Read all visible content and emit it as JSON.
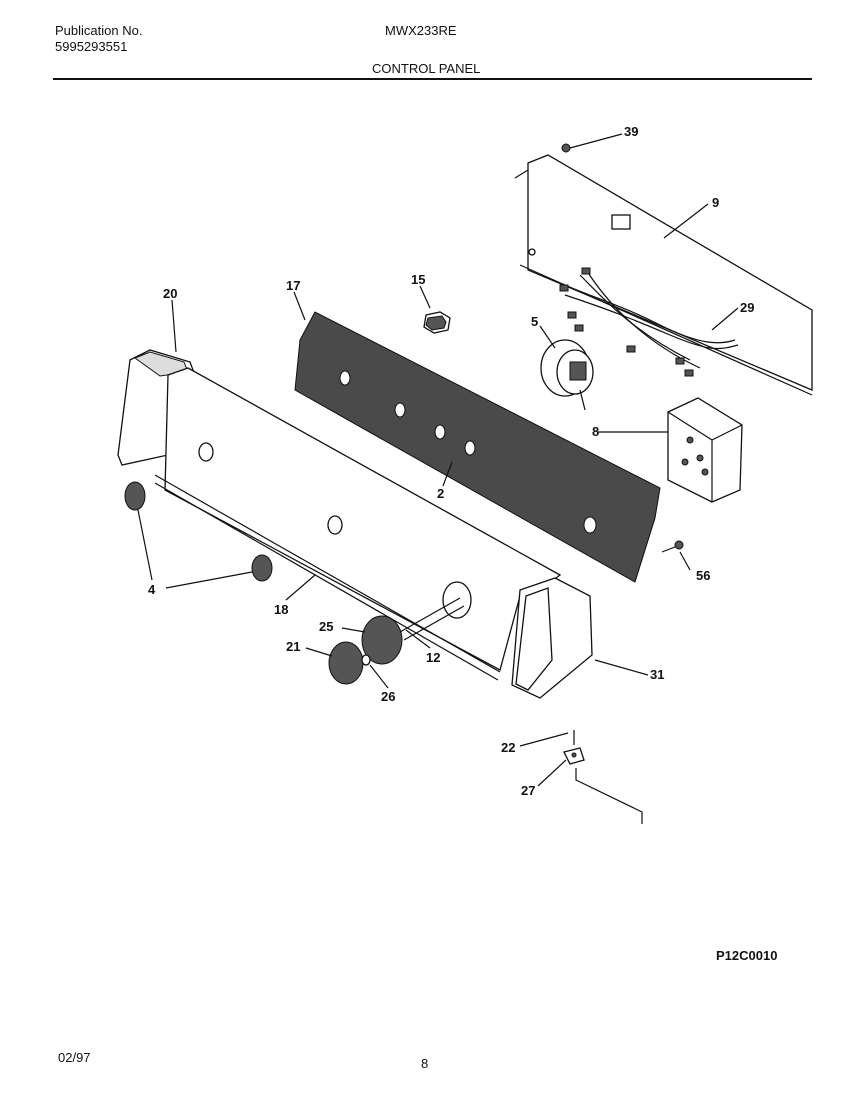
{
  "header": {
    "publication_label": "Publication No.",
    "publication_number": "5995293551",
    "model": "MWX233RE",
    "section_title": "CONTROL PANEL"
  },
  "diagram": {
    "callouts": {
      "p39": "39",
      "p9": "9",
      "p29": "29",
      "p20": "20",
      "p17": "17",
      "p15": "15",
      "p5": "5",
      "p8": "8",
      "p2": "2",
      "p4": "4",
      "p56": "56",
      "p18": "18",
      "p25": "25",
      "p21": "21",
      "p12": "12",
      "p26": "26",
      "p31": "31",
      "p22": "22",
      "p27": "27"
    },
    "figure_code": "P12C0010"
  },
  "footer": {
    "date": "02/97",
    "page_number": "8"
  }
}
